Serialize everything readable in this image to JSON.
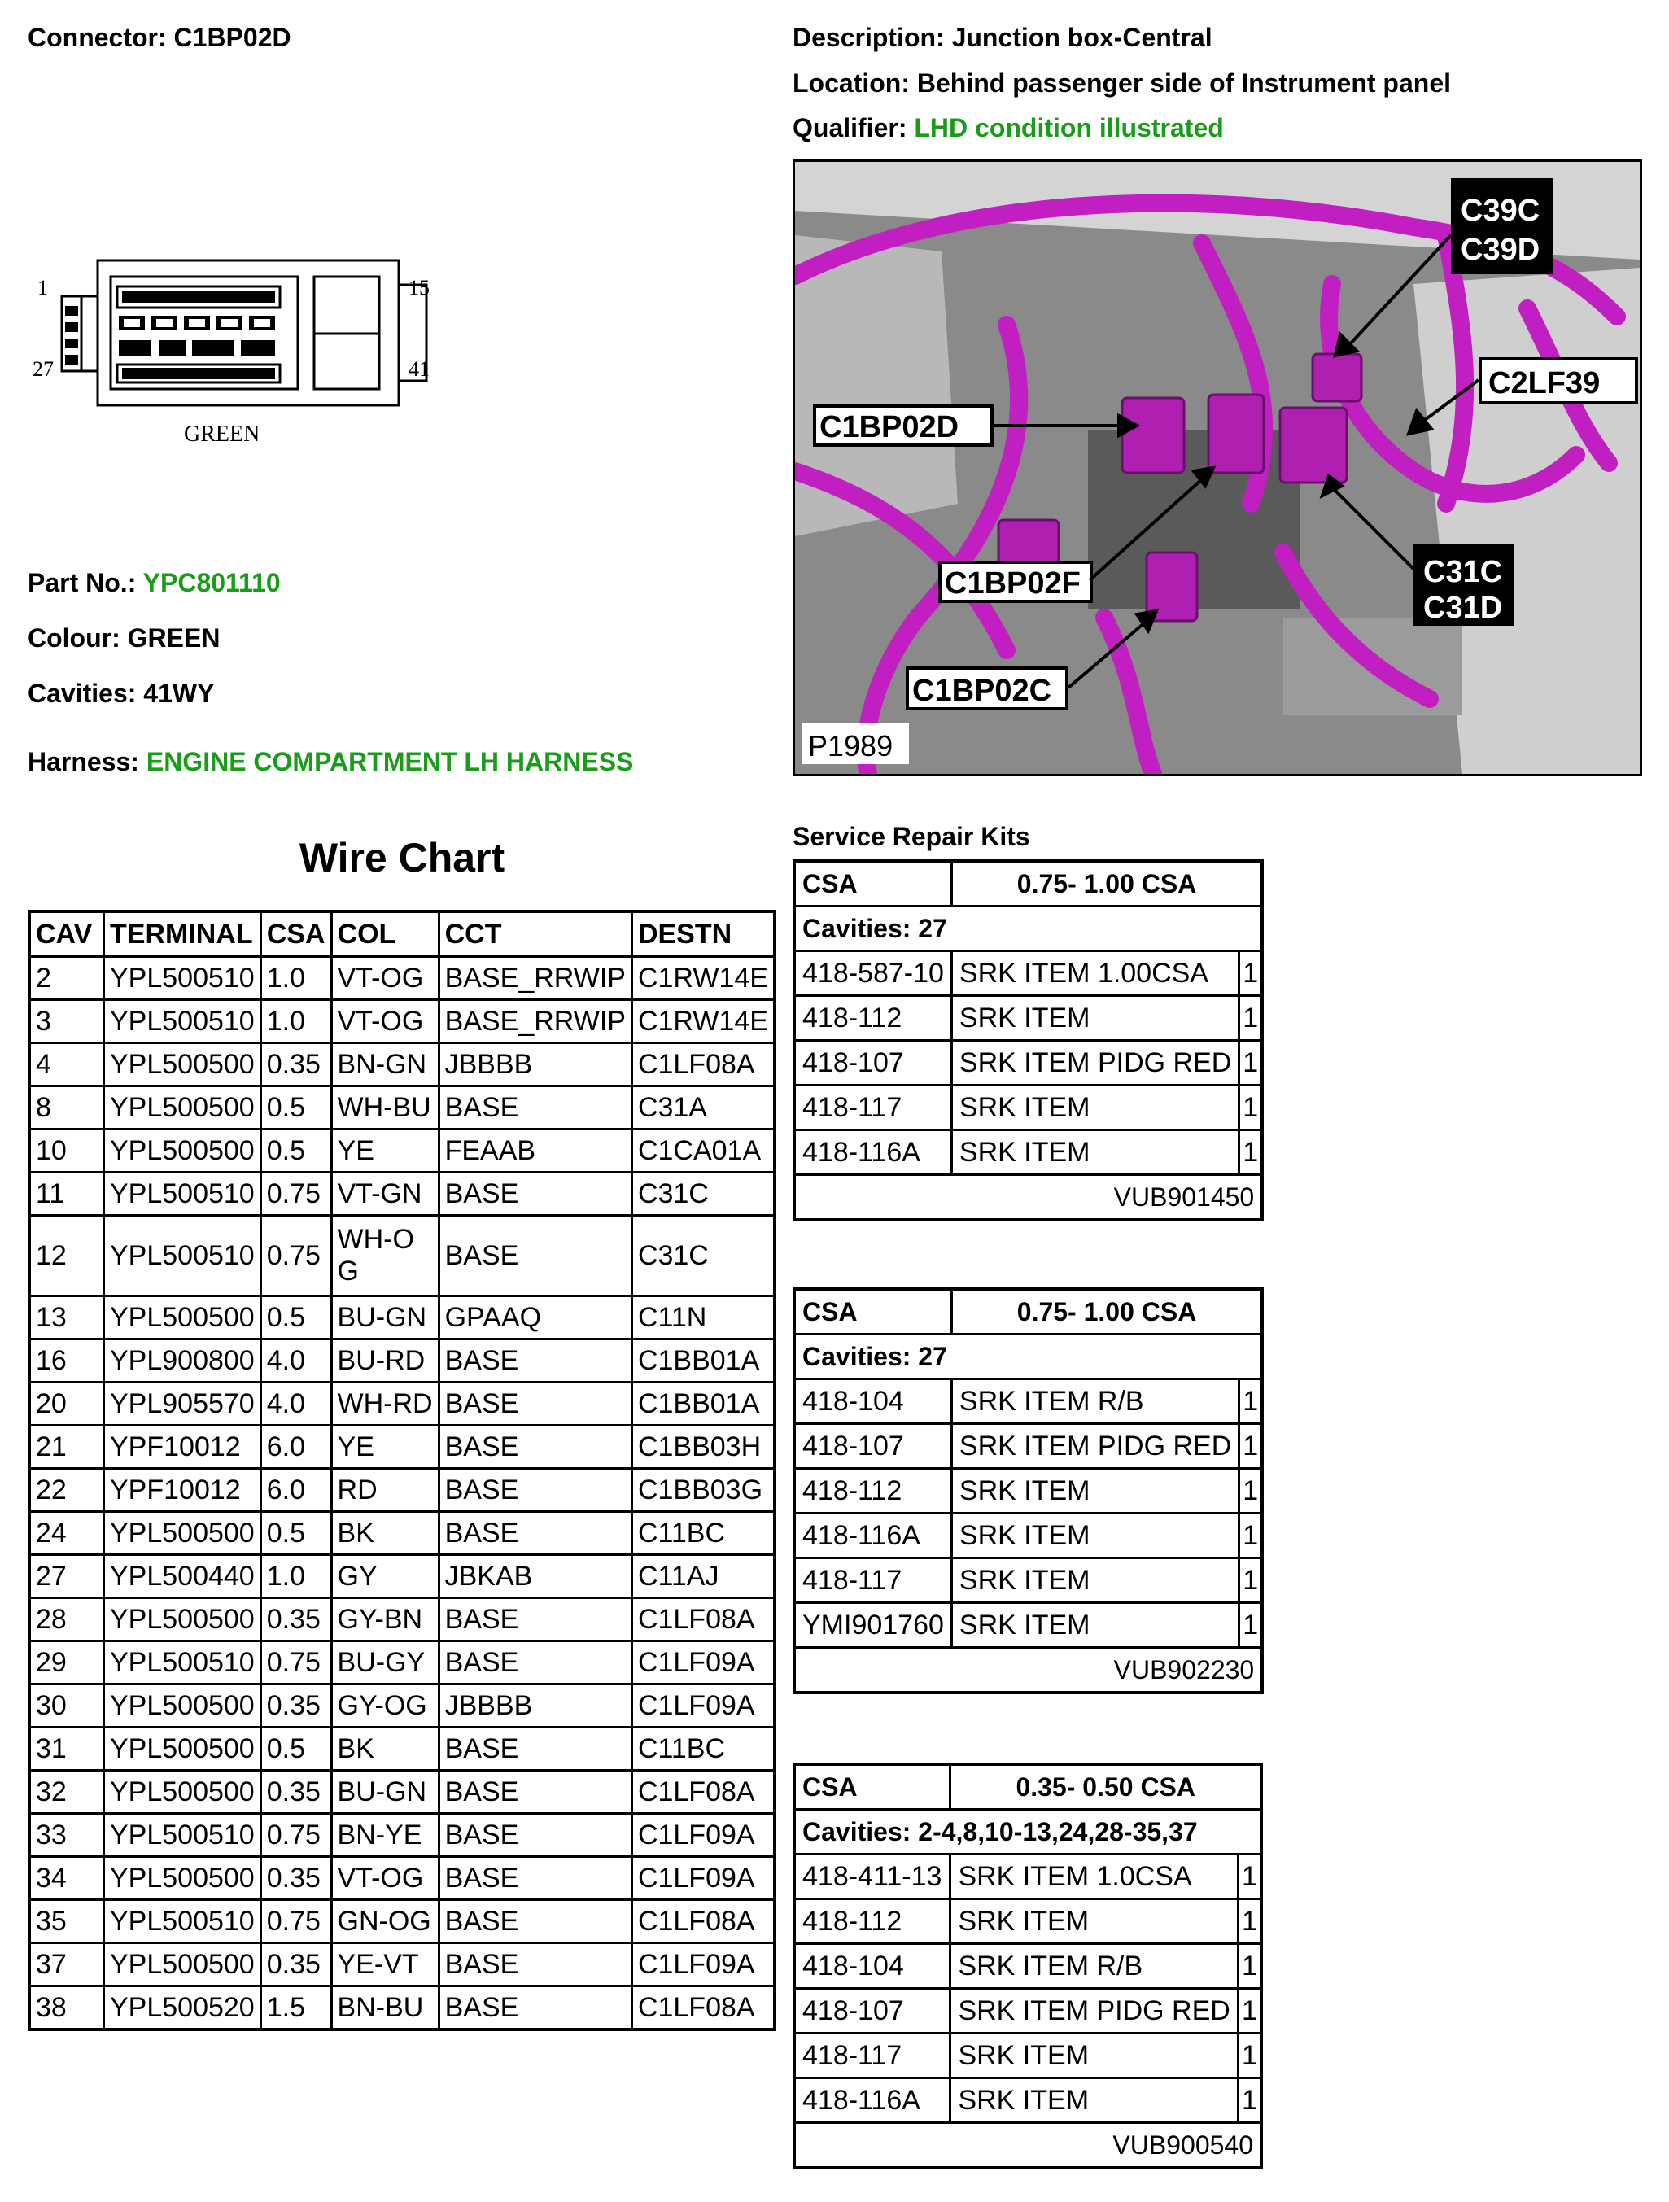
{
  "header": {
    "connector_label": "Connector:",
    "connector_value": "C1BP02D",
    "description_label": "Description:",
    "description_value": "Junction box-Central",
    "location_label": "Location:",
    "location_value": "Behind passenger side of Instrument panel",
    "qualifier_label": "Qualifier:",
    "qualifier_value": "LHD condition illustrated"
  },
  "connector_drawing": {
    "pin_top_left": "1",
    "pin_bottom_left": "27",
    "pin_top_right": "15",
    "pin_bottom_right": "41",
    "color_caption": "GREEN"
  },
  "info": {
    "part_label": "Part No.:",
    "part_value": "YPC801110",
    "colour_label": "Colour:",
    "colour_value": "GREEN",
    "cavities_label": "Cavities:",
    "cavities_value": "41WY",
    "harness_label": "Harness:",
    "harness_value": "ENGINE COMPARTMENT LH HARNESS"
  },
  "photo": {
    "callouts": [
      "C39C",
      "C39D",
      "C2LF39",
      "C1BP02D",
      "C1BP02F",
      "C31C",
      "C31D",
      "C1BP02C"
    ],
    "ref": "P1989"
  },
  "wire_chart": {
    "title": "Wire Chart",
    "columns": [
      "CAV",
      "TERMINAL",
      "CSA",
      "COL",
      "CCT",
      "DESTN"
    ],
    "rows": [
      [
        "2",
        "YPL500510",
        "1.0",
        "VT-OG",
        "BASE_RRWIP",
        "C1RW14E"
      ],
      [
        "3",
        "YPL500510",
        "1.0",
        "VT-OG",
        "BASE_RRWIP",
        "C1RW14E"
      ],
      [
        "4",
        "YPL500500",
        "0.35",
        "BN-GN",
        "JBBBB",
        "C1LF08A"
      ],
      [
        "8",
        "YPL500500",
        "0.5",
        "WH-BU",
        "BASE",
        "C31A"
      ],
      [
        "10",
        "YPL500500",
        "0.5",
        "YE",
        "FEAAB",
        "C1CA01A"
      ],
      [
        "11",
        "YPL500510",
        "0.75",
        "VT-GN",
        "BASE",
        "C31C"
      ],
      [
        "12",
        "YPL500510",
        "0.75",
        "WH-OG",
        "BASE",
        "C31C"
      ],
      [
        "13",
        "YPL500500",
        "0.5",
        "BU-GN",
        "GPAAQ",
        "C11N"
      ],
      [
        "16",
        "YPL900800",
        "4.0",
        "BU-RD",
        "BASE",
        "C1BB01A"
      ],
      [
        "20",
        "YPL905570",
        "4.0",
        "WH-RD",
        "BASE",
        "C1BB01A"
      ],
      [
        "21",
        "YPF10012",
        "6.0",
        "YE",
        "BASE",
        "C1BB03H"
      ],
      [
        "22",
        "YPF10012",
        "6.0",
        "RD",
        "BASE",
        "C1BB03G"
      ],
      [
        "24",
        "YPL500500",
        "0.5",
        "BK",
        "BASE",
        "C11BC"
      ],
      [
        "27",
        "YPL500440",
        "1.0",
        "GY",
        "JBKAB",
        "C11AJ"
      ],
      [
        "28",
        "YPL500500",
        "0.35",
        "GY-BN",
        "BASE",
        "C1LF08A"
      ],
      [
        "29",
        "YPL500510",
        "0.75",
        "BU-GY",
        "BASE",
        "C1LF09A"
      ],
      [
        "30",
        "YPL500500",
        "0.35",
        "GY-OG",
        "JBBBB",
        "C1LF09A"
      ],
      [
        "31",
        "YPL500500",
        "0.5",
        "BK",
        "BASE",
        "C11BC"
      ],
      [
        "32",
        "YPL500500",
        "0.35",
        "BU-GN",
        "BASE",
        "C1LF08A"
      ],
      [
        "33",
        "YPL500510",
        "0.75",
        "BN-YE",
        "BASE",
        "C1LF09A"
      ],
      [
        "34",
        "YPL500500",
        "0.35",
        "VT-OG",
        "BASE",
        "C1LF09A"
      ],
      [
        "35",
        "YPL500510",
        "0.75",
        "GN-OG",
        "BASE",
        "C1LF08A"
      ],
      [
        "37",
        "YPL500500",
        "0.35",
        "YE-VT",
        "BASE",
        "C1LF09A"
      ],
      [
        "38",
        "YPL500520",
        "1.5",
        "BN-BU",
        "BASE",
        "C1LF08A"
      ]
    ]
  },
  "service_repair_kits": {
    "title": "Service Repair Kits",
    "kits": [
      {
        "csa_label": "CSA",
        "csa_range": "0.75- 1.00 CSA",
        "cavities": "Cavities: 27",
        "items": [
          [
            "418-587-10",
            "SRK ITEM 1.00CSA",
            "1"
          ],
          [
            "418-112",
            "SRK ITEM",
            "1"
          ],
          [
            "418-107",
            "SRK ITEM PIDG RED",
            "1"
          ],
          [
            "418-117",
            "SRK ITEM",
            "1"
          ],
          [
            "418-116A",
            "SRK ITEM",
            "1"
          ]
        ],
        "kit_number": "VUB901450"
      },
      {
        "csa_label": "CSA",
        "csa_range": "0.75- 1.00 CSA",
        "cavities": "Cavities: 27",
        "items": [
          [
            "418-104",
            "SRK ITEM R/B",
            "1"
          ],
          [
            "418-107",
            "SRK ITEM PIDG RED",
            "1"
          ],
          [
            "418-112",
            "SRK ITEM",
            "1"
          ],
          [
            "418-116A",
            "SRK ITEM",
            "1"
          ],
          [
            "418-117",
            "SRK ITEM",
            "1"
          ],
          [
            "YMI901760",
            "SRK ITEM",
            "1"
          ]
        ],
        "kit_number": "VUB902230"
      },
      {
        "csa_label": "CSA",
        "csa_range": "0.35- 0.50 CSA",
        "cavities": "Cavities: 2-4,8,10-13,24,28-35,37",
        "items": [
          [
            "418-411-13",
            "SRK ITEM 1.0CSA",
            "1"
          ],
          [
            "418-112",
            "SRK ITEM",
            "1"
          ],
          [
            "418-104",
            "SRK ITEM R/B",
            "1"
          ],
          [
            "418-107",
            "SRK ITEM PIDG RED",
            "1"
          ],
          [
            "418-117",
            "SRK ITEM",
            "1"
          ],
          [
            "418-116A",
            "SRK ITEM",
            "1"
          ]
        ],
        "kit_number": "VUB900540"
      }
    ]
  },
  "colors": {
    "accent_green": "#1a9c1a",
    "harness_magenta": "#c21fc2"
  }
}
